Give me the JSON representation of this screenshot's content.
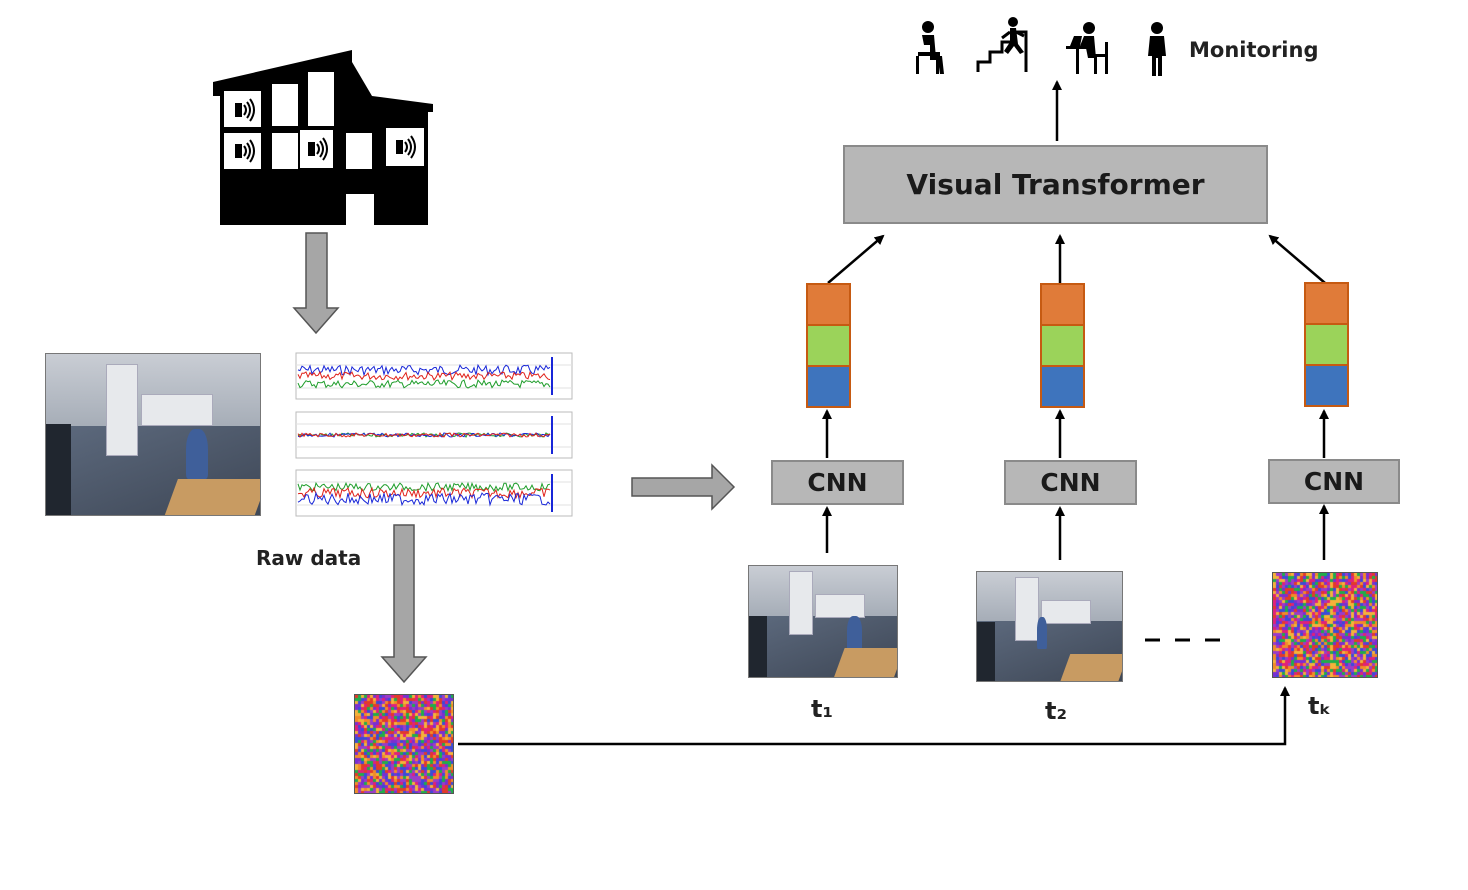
{
  "labels": {
    "monitoring": "Monitoring",
    "visual_transformer": "Visual Transformer",
    "raw_data": "Raw data",
    "cnn": "CNN",
    "t1": "t₁",
    "t2": "t₂",
    "tk": "tₖ"
  },
  "colors": {
    "gray_box": "#b7b7b7",
    "gray_arrow": "#a6a6a6",
    "token_orange": "#e07b39",
    "token_green": "#9bd35a",
    "token_blue": "#3e74bd",
    "token_border": "#c65a12",
    "signal_red": "#e0211a",
    "signal_green": "#1e9d2a",
    "signal_blue": "#1826d8"
  },
  "icons": [
    "factory-icon",
    "sensor-signal-icon",
    "person-sitting-icon",
    "person-climbing-stairs-icon",
    "person-at-computer-icon",
    "person-standing-icon"
  ]
}
